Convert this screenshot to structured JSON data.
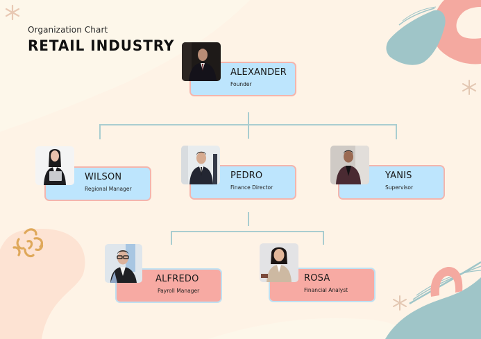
{
  "header": {
    "subtitle": "Organization Chart",
    "title": "RETAIL INDUSTRY"
  },
  "colors": {
    "background": "#fef3e6",
    "card_blue": "#bde5fd",
    "card_blue_border": "#f4b5ad",
    "card_pink": "#f7aaa3",
    "card_pink_border": "#bfe0f2",
    "connector": "#a9cdd0",
    "accent_teal": "#9fc5c8",
    "accent_coral": "#f4a9a0",
    "accent_gold": "#dfa85a"
  },
  "nodes": [
    {
      "id": "alexander",
      "name": "ALEXANDER",
      "role": "Founder",
      "level": 0,
      "style": "blue",
      "photo": "founder-portrait"
    },
    {
      "id": "wilson",
      "name": "WILSON",
      "role": "Regional Manager",
      "level": 1,
      "style": "blue",
      "photo": "woman-laptop-portrait"
    },
    {
      "id": "pedro",
      "name": "PEDRO",
      "role": "Finance Director",
      "level": 1,
      "style": "blue",
      "photo": "man-suit-portrait"
    },
    {
      "id": "yanis",
      "name": "YANIS",
      "role": "Supervisor",
      "level": 1,
      "style": "blue",
      "photo": "man-blazer-portrait"
    },
    {
      "id": "alfredo",
      "name": "ALFREDO",
      "role": "Payroll Manager",
      "level": 2,
      "style": "pink",
      "photo": "man-glasses-portrait"
    },
    {
      "id": "rosa",
      "name": "ROSA",
      "role": "Financial Analyst",
      "level": 2,
      "style": "pink",
      "photo": "woman-beige-portrait"
    }
  ],
  "edges": [
    {
      "from": "alexander",
      "to": "wilson"
    },
    {
      "from": "alexander",
      "to": "pedro"
    },
    {
      "from": "alexander",
      "to": "yanis"
    },
    {
      "from": "pedro",
      "to": "alfredo"
    },
    {
      "from": "pedro",
      "to": "rosa"
    }
  ]
}
